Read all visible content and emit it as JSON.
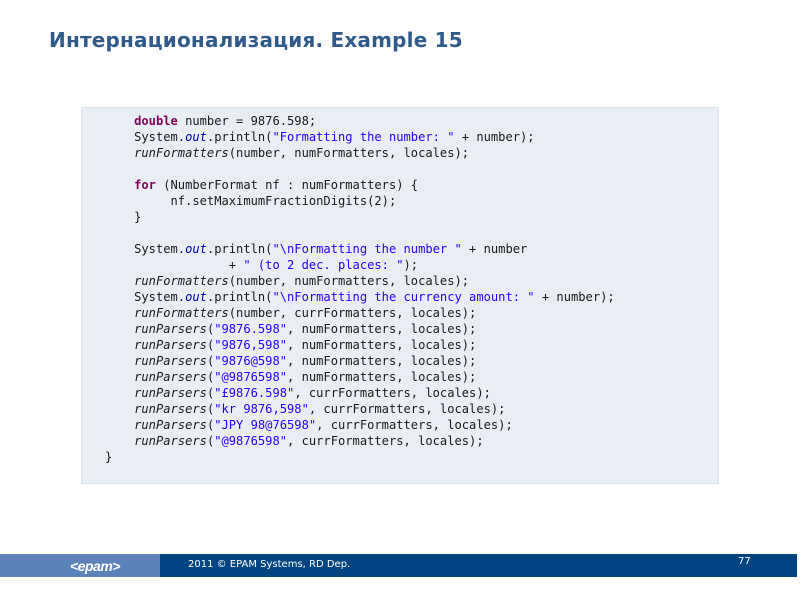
{
  "slide": {
    "title": "Интернационализация. Example 15",
    "page_number": "77"
  },
  "code": {
    "language": "java",
    "lines": [
      "    double number = 9876.598;",
      "    System.out.println(\"Formatting the number: \" + number);",
      "    runFormatters(number, numFormatters, locales);",
      "",
      "    for (NumberFormat nf : numFormatters) {",
      "         nf.setMaximumFractionDigits(2);",
      "    }",
      "",
      "    System.out.println(\"\\nFormatting the number \" + number",
      "                 + \" (to 2 dec. places: \");",
      "    runFormatters(number, numFormatters, locales);",
      "    System.out.println(\"\\nFormatting the currency amount: \" + number);",
      "    runFormatters(number, currFormatters, locales);",
      "    runParsers(\"9876.598\", numFormatters, locales);",
      "    runParsers(\"9876,598\", numFormatters, locales);",
      "    runParsers(\"9876@598\", numFormatters, locales);",
      "    runParsers(\"@9876598\", numFormatters, locales);",
      "    runParsers(\"£9876.598\", currFormatters, locales);",
      "    runParsers(\"kr 9876,598\", currFormatters, locales);",
      "    runParsers(\"JPY 98@76598\", currFormatters, locales);",
      "    runParsers(\"@9876598\", currFormatters, locales);",
      "}"
    ],
    "colors": {
      "keyword": "#7f0055",
      "static_field": "#0000c0",
      "string": "#2a00ff",
      "background": "#e9edf4"
    }
  },
  "footer": {
    "logo_text": "<epam>",
    "copyright": "2011 © EPAM Systems, RD Dep.",
    "colors": {
      "logo_bg": "#5b82b9",
      "bar_bg": "#004581"
    }
  }
}
